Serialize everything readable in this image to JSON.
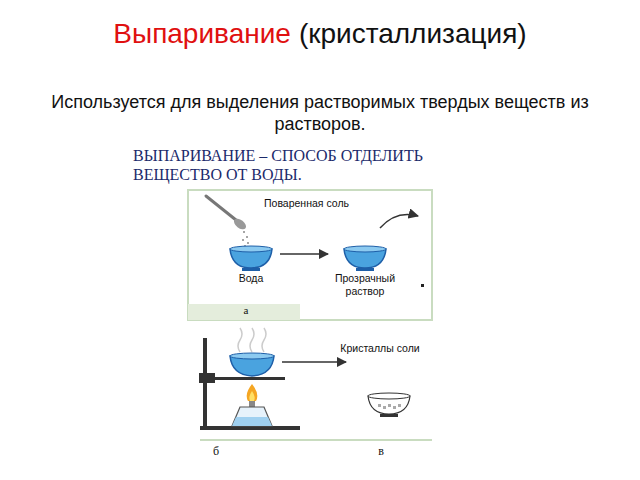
{
  "diagram": {
    "title": "Выпаривание",
    "labels": [
      "(кристаллизация)",
      "Используется для выделения растворимых твердых веществ из растворов.",
      "ВЫПАРИВАНИЕ – СПОСОБ ОТДЕЛИТЬ ВЕЩЕСТВО ОТ ВОДЫ.",
      "Поваренная соль",
      "Вода",
      "Прозрачный раствор",
      "Кристаллы соли",
      "а",
      "б",
      "в"
    ]
  }
}
